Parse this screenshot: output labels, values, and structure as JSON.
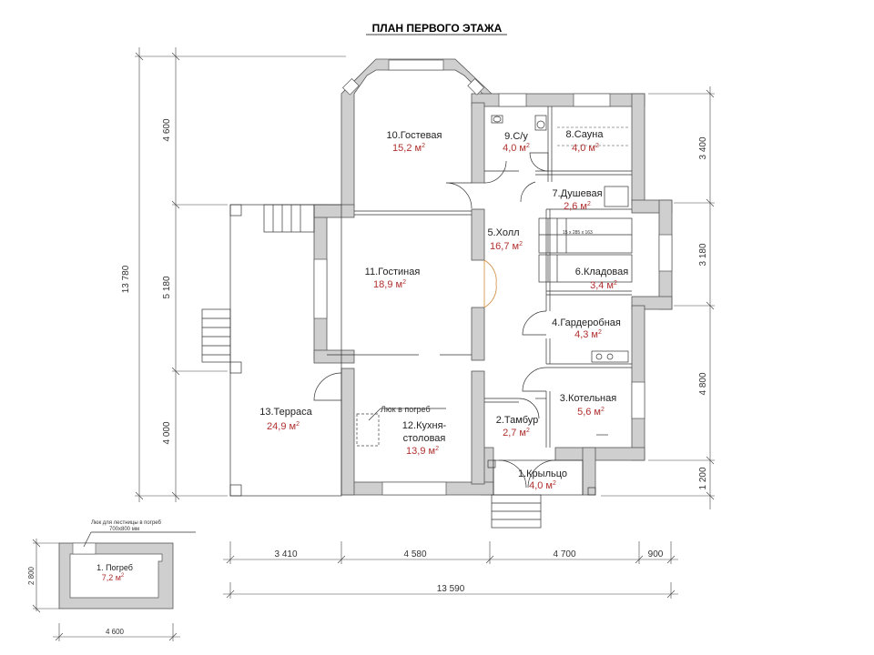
{
  "title": "ПЛАН ПЕРВОГО ЭТАЖА",
  "rooms": [
    {
      "name": "10.Гостевая",
      "area": "15,2 м"
    },
    {
      "name": "9.С/у",
      "area": "4,0 м"
    },
    {
      "name": "8.Сауна",
      "area": "4,0 м"
    },
    {
      "name": "7.Душевая",
      "area": "2,6 м"
    },
    {
      "name": "5.Холл",
      "area": "16,7 м"
    },
    {
      "name": "11.Гостиная",
      "area": "18,9 м"
    },
    {
      "name": "6.Кладовая",
      "area": "3,4 м"
    },
    {
      "name": "4.Гардеробная",
      "area": "4,3 м"
    },
    {
      "name": "3.Котельная",
      "area": "5,6 м"
    },
    {
      "name": "13.Терраса",
      "area": "24,9 м"
    },
    {
      "name": "12.Кухня-",
      "name2": "столовая",
      "area": "13,9 м"
    },
    {
      "name": "2.Тамбур",
      "area": "2,7 м"
    },
    {
      "name": "1.Крыльцо",
      "area": "4,0 м"
    }
  ],
  "area_sup": "2",
  "cellar_hatch": "Люк в погреб",
  "stair_note": "15 х 285 х 163",
  "cellar": {
    "name": "1. Погреб",
    "area": "7,2 м",
    "note1": "Люк для лестницы в погреб",
    "note2": "700х800 мм",
    "dim_side": "2 800",
    "dim_bottom": "4 600"
  },
  "dims_left": [
    "13 780",
    "4 600",
    "5 180",
    "4 000"
  ],
  "dims_right": [
    "3 400",
    "3 180",
    "4 800",
    "1 200"
  ],
  "dims_bottom": [
    "3 410",
    "4 580",
    "4 700",
    "900"
  ],
  "dim_total": "13 590"
}
